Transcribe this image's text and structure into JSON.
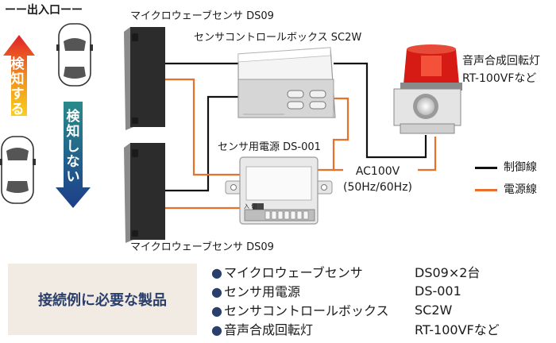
{
  "labels": {
    "entrance": "ーー出入口ーー",
    "detect": "検知する",
    "no_detect": "検知しない",
    "sensor_top": "マイクロウェーブセンサ DS09",
    "sensor_bottom": "マイクロウェーブセンサ DS09",
    "control_box": "センサコントロールボックス SC2W",
    "power_supply": "センサ用電源 DS-001",
    "beacon_line1": "音声合成回転灯",
    "beacon_line2": "RT-100VFなど",
    "ac_line1": "AC100V",
    "ac_line2": "(50Hz/60Hz)",
    "switch_label": "入 切"
  },
  "legend": [
    {
      "label": "制御線",
      "color": "#111111"
    },
    {
      "label": "電源線",
      "color": "#e8702a"
    }
  ],
  "panel_title": "接続例に必要な製品",
  "products": [
    {
      "name": "マイクロウェーブセンサ",
      "code": "DS09×2台"
    },
    {
      "name": "センサ用電源",
      "code": "DS-001"
    },
    {
      "name": "センサコントロールボックス",
      "code": "SC2W"
    },
    {
      "name": "音声合成回転灯",
      "code": "RT-100VFなど"
    }
  ],
  "colors": {
    "control_wire": "#111111",
    "power_wire": "#e8702a",
    "no_detect_arrow": "#1d3e8a",
    "beacon_red": "#d61a14",
    "accent_text": "#2a3f6b"
  }
}
